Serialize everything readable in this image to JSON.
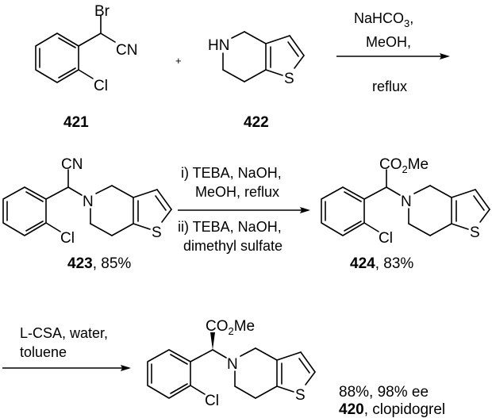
{
  "scheme": {
    "step1": {
      "reactant_a": {
        "id": "421",
        "atoms": {
          "Br": "Br",
          "CN": "CN",
          "Cl": "Cl"
        }
      },
      "plus": "+",
      "reactant_b": {
        "id": "422",
        "atoms": {
          "HN": "HN",
          "S": "S"
        }
      },
      "conditions_above": [
        "NaHCO",
        "3",
        ",",
        "MeOH,"
      ],
      "condition_line1_main": "NaHCO",
      "condition_line1_sub": "3",
      "condition_line1_tail": ",",
      "condition_line2": "MeOH,",
      "conditions_below": "reflux"
    },
    "step2": {
      "product": {
        "id": "423",
        "yield": ", 85%",
        "atoms": {
          "CN": "CN",
          "N": "N",
          "Cl": "Cl",
          "S": "S"
        }
      },
      "conditions_above_line1": "i) TEBA, NaOH,",
      "conditions_above_line2": "MeOH, reflux",
      "conditions_below_line1": "ii) TEBA, NaOH,",
      "conditions_below_line2": "dimethyl sulfate"
    },
    "step3": {
      "product": {
        "id": "424",
        "yield": ", 83%",
        "atoms": {
          "CO": "CO",
          "sub2": "2",
          "Me": "Me",
          "N": "N",
          "Cl": "Cl",
          "S": "S"
        }
      },
      "conditions_line1": "L-CSA, water,",
      "conditions_line2": "toluene"
    },
    "final": {
      "product": {
        "id": "420",
        "name": ", clopidogrel",
        "atoms": {
          "CO": "CO",
          "sub2": "2",
          "Me": "Me",
          "N": "N",
          "Cl": "Cl",
          "S": "S"
        }
      },
      "yield_ee": "88%, 98% ee"
    }
  }
}
